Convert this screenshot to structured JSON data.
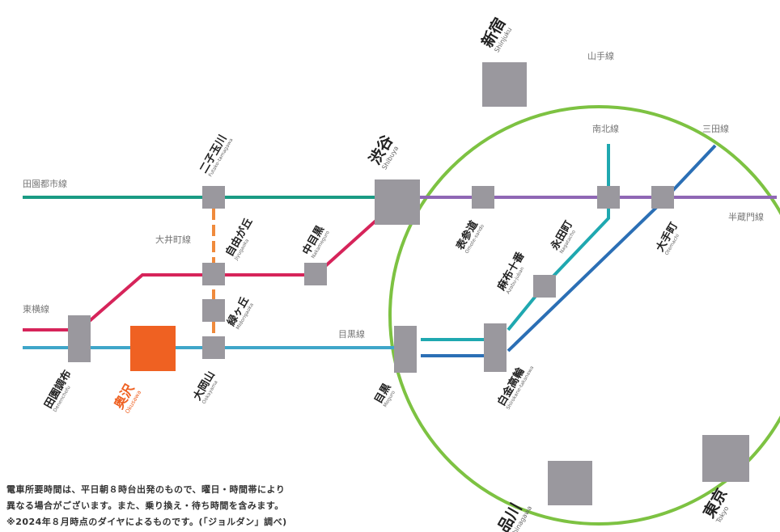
{
  "colors": {
    "yamanote": "#7dc242",
    "denentoshi": "#1a9b84",
    "toyoko": "#d6245a",
    "meguro": "#3fa6c9",
    "oimachi": "#f08a3c",
    "hanzomon": "#8f67b5",
    "namboku": "#1fa8b0",
    "mita": "#2b6fb5",
    "station": "#9a989e",
    "home": "#ef6122"
  },
  "lines": {
    "yamanote": "山手線",
    "namboku": "南北線",
    "mita": "三田線",
    "denentoshi": "田園都市線",
    "hanzomon": "半蔵門線",
    "oimachi": "大井町線",
    "toyoko": "東横線",
    "meguro": "目黒線"
  },
  "stations": {
    "shinjuku": {
      "name": "新宿",
      "roman": "Shinjuku"
    },
    "shibuya": {
      "name": "渋谷",
      "roman": "Shibuya"
    },
    "futakotamagawa": {
      "name": "二子玉川",
      "roman": "Futako-tamagawa"
    },
    "jiyugaoka": {
      "name": "自由が丘",
      "roman": "Jiyugaoka"
    },
    "nakameguro": {
      "name": "中目黒",
      "roman": "Nakameguro"
    },
    "midorigaoka": {
      "name": "緑ヶ丘",
      "roman": "Midorigaoka"
    },
    "ookayama": {
      "name": "大岡山",
      "roman": "Ookayama"
    },
    "okusawa": {
      "name": "奥沢",
      "roman": "Okusawa"
    },
    "denenchofu": {
      "name": "田園調布",
      "roman": "Denenchofu"
    },
    "omotesando": {
      "name": "表参道",
      "roman": "Omote-sando"
    },
    "nagatacho": {
      "name": "永田町",
      "roman": "Nagatacho"
    },
    "otemachi": {
      "name": "大手町",
      "roman": "Otemachi"
    },
    "azabujuban": {
      "name": "麻布十番",
      "roman": "Azabu-juban"
    },
    "shirokanetakanawa": {
      "name": "白金高輪",
      "roman": "Shirokane-takanawa"
    },
    "meguro": {
      "name": "目黒",
      "roman": "Meguro"
    },
    "shinagawa": {
      "name": "品川",
      "roman": "Shinagawa"
    },
    "tokyo": {
      "name": "東京",
      "roman": "Tokyo"
    }
  },
  "notes": [
    "電車所要時間は、平日朝８時台出発のもので、曜日・時間帯により",
    "異なる場合がございます。また、乗り換え・待ち時間を含みます。",
    "※2024年８月時点のダイヤによるものです。(「ジョルダン」調べ)"
  ]
}
